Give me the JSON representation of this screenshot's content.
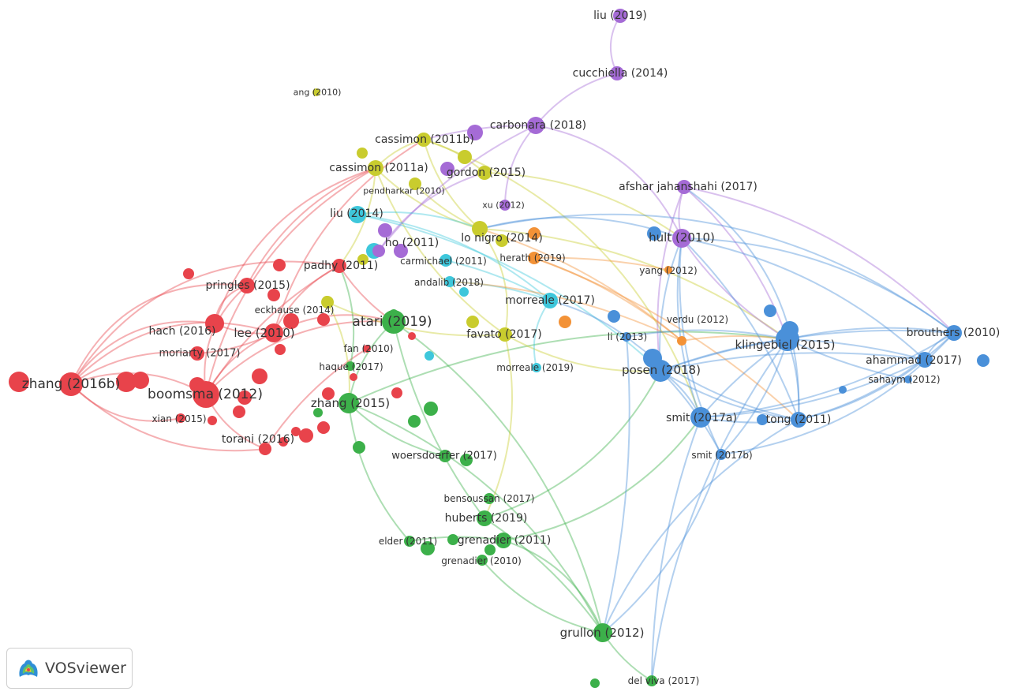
{
  "brand": {
    "name": "VOSviewer",
    "icon": "vosviewer-logo-icon"
  },
  "clusters": {
    "red": "#e8434b",
    "green": "#3cb04a",
    "blue": "#4a90d9",
    "yellow": "#c9cc2e",
    "purple": "#a56bd6",
    "cyan": "#3ec7db",
    "orange": "#f39237"
  },
  "nodes": [
    {
      "id": "liu2019",
      "label": "liu (2019)",
      "cluster": "purple"
    },
    {
      "id": "cucchiella2014",
      "label": "cucchiella (2014)",
      "cluster": "purple"
    },
    {
      "id": "ang2010",
      "label": "ang (2010)",
      "cluster": "yellow"
    },
    {
      "id": "carbonara2018",
      "label": "carbonara (2018)",
      "cluster": "purple"
    },
    {
      "id": "cassimon2011b",
      "label": "cassimon (2011b)",
      "cluster": "yellow"
    },
    {
      "id": "cassimon2011a",
      "label": "cassimon (2011a)",
      "cluster": "yellow"
    },
    {
      "id": "gordon2015",
      "label": "gordon (2015)",
      "cluster": "yellow"
    },
    {
      "id": "pendharkar2010",
      "label": "pendharkar (2010)",
      "cluster": "yellow"
    },
    {
      "id": "afshar2017",
      "label": "afshar jahanshahi (2017)",
      "cluster": "purple"
    },
    {
      "id": "xu2012",
      "label": "xu (2012)",
      "cluster": "purple"
    },
    {
      "id": "liu2014",
      "label": "liu (2014)",
      "cluster": "cyan"
    },
    {
      "id": "lonigro2014",
      "label": "lo nigro (2014)",
      "cluster": "yellow"
    },
    {
      "id": "hult2010",
      "label": "hult (2010)",
      "cluster": "purple"
    },
    {
      "id": "ho2011",
      "label": "ho (2011)",
      "cluster": "purple"
    },
    {
      "id": "herath2019",
      "label": "herath (2019)",
      "cluster": "orange"
    },
    {
      "id": "carmichael2011",
      "label": "carmichael (2011)",
      "cluster": "cyan"
    },
    {
      "id": "padhy2011",
      "label": "padhy (2011)",
      "cluster": "red"
    },
    {
      "id": "yang2012",
      "label": "yang (2012)",
      "cluster": "orange"
    },
    {
      "id": "pringles2015",
      "label": "pringles (2015)",
      "cluster": "red"
    },
    {
      "id": "andalib2018",
      "label": "andalib (2018)",
      "cluster": "cyan"
    },
    {
      "id": "eckhause2014",
      "label": "eckhause (2014)",
      "cluster": "yellow"
    },
    {
      "id": "morreale2017",
      "label": "morreale (2017)",
      "cluster": "cyan"
    },
    {
      "id": "atari2019",
      "label": "atari (2019)",
      "cluster": "green"
    },
    {
      "id": "verdu2012",
      "label": "verdu (2012)",
      "cluster": "orange"
    },
    {
      "id": "hach2016",
      "label": "hach (2016)",
      "cluster": "red"
    },
    {
      "id": "lee2010",
      "label": "lee (2010)",
      "cluster": "red"
    },
    {
      "id": "brouthers2010",
      "label": "brouthers (2010)",
      "cluster": "blue"
    },
    {
      "id": "favato2017",
      "label": "favato (2017)",
      "cluster": "yellow"
    },
    {
      "id": "li2013",
      "label": "li (2013)",
      "cluster": "blue"
    },
    {
      "id": "klingebiel2015",
      "label": "klingebiel (2015)",
      "cluster": "blue"
    },
    {
      "id": "fan2010",
      "label": "fan (2010)",
      "cluster": "red"
    },
    {
      "id": "moriarty2017",
      "label": "moriarty (2017)",
      "cluster": "red"
    },
    {
      "id": "ahammad2017",
      "label": "ahammad (2017)",
      "cluster": "blue"
    },
    {
      "id": "haque2017",
      "label": "haque (2017)",
      "cluster": "green"
    },
    {
      "id": "morreale2019",
      "label": "morreale (2019)",
      "cluster": "cyan"
    },
    {
      "id": "posen2018",
      "label": "posen (2018)",
      "cluster": "blue"
    },
    {
      "id": "sahaym2012",
      "label": "sahaym (2012)",
      "cluster": "blue"
    },
    {
      "id": "zhang2016b",
      "label": "zhang (2016b)",
      "cluster": "red"
    },
    {
      "id": "boomsma2012",
      "label": "boomsma (2012)",
      "cluster": "red"
    },
    {
      "id": "zhang2015",
      "label": "zhang (2015)",
      "cluster": "green"
    },
    {
      "id": "smit2017a",
      "label": "smit (2017a)",
      "cluster": "blue"
    },
    {
      "id": "tong2011",
      "label": "tong (2011)",
      "cluster": "blue"
    },
    {
      "id": "xian2015",
      "label": "xian (2015)",
      "cluster": "red"
    },
    {
      "id": "torani2016",
      "label": "torani (2016)",
      "cluster": "red"
    },
    {
      "id": "smit2017b",
      "label": "smit (2017b)",
      "cluster": "blue"
    },
    {
      "id": "woersdoerfer2017",
      "label": "woersdoerfer (2017)",
      "cluster": "green"
    },
    {
      "id": "bensoussan2017",
      "label": "bensoussan (2017)",
      "cluster": "green"
    },
    {
      "id": "huberts2019",
      "label": "huberts (2019)",
      "cluster": "green"
    },
    {
      "id": "elder2011",
      "label": "elder (2011)",
      "cluster": "green"
    },
    {
      "id": "grenadier2011",
      "label": "grenadier (2011)",
      "cluster": "green"
    },
    {
      "id": "grenadier2010",
      "label": "grenadier (2010)",
      "cluster": "green"
    },
    {
      "id": "grullon2012",
      "label": "grullon (2012)",
      "cluster": "green"
    },
    {
      "id": "delviva2017",
      "label": "del viva (2017)",
      "cluster": "green"
    }
  ]
}
